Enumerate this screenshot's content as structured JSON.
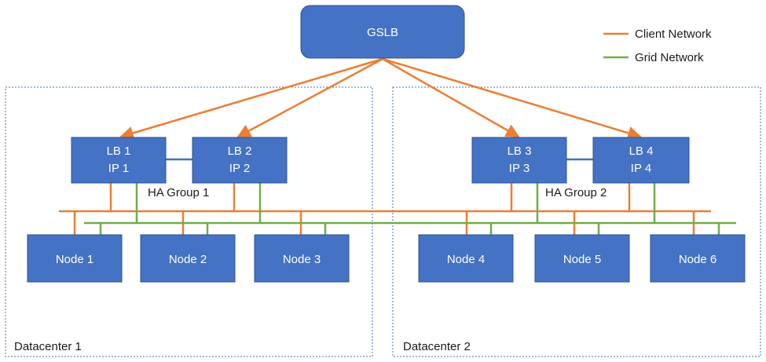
{
  "colors": {
    "box_fill": "#4472c4",
    "box_stroke": "#2f528f",
    "client_network": "#ed7d31",
    "grid_network": "#70ad47",
    "ha_link": "#4472c4",
    "datacenter_border": "#4472c4"
  },
  "gslb": {
    "label": "GSLB"
  },
  "legend": {
    "client": "Client Network",
    "grid": "Grid Network"
  },
  "datacenters": [
    {
      "label": "Datacenter 1"
    },
    {
      "label": "Datacenter 2"
    }
  ],
  "ha_groups": [
    {
      "label": "HA Group 1"
    },
    {
      "label": "HA Group 2"
    }
  ],
  "load_balancers": [
    {
      "name": "LB 1",
      "ip": "IP 1"
    },
    {
      "name": "LB 2",
      "ip": "IP 2"
    },
    {
      "name": "LB 3",
      "ip": "IP 3"
    },
    {
      "name": "LB 4",
      "ip": "IP 4"
    }
  ],
  "nodes": [
    {
      "label": "Node 1"
    },
    {
      "label": "Node 2"
    },
    {
      "label": "Node 3"
    },
    {
      "label": "Node 4"
    },
    {
      "label": "Node 5"
    },
    {
      "label": "Node 6"
    }
  ]
}
